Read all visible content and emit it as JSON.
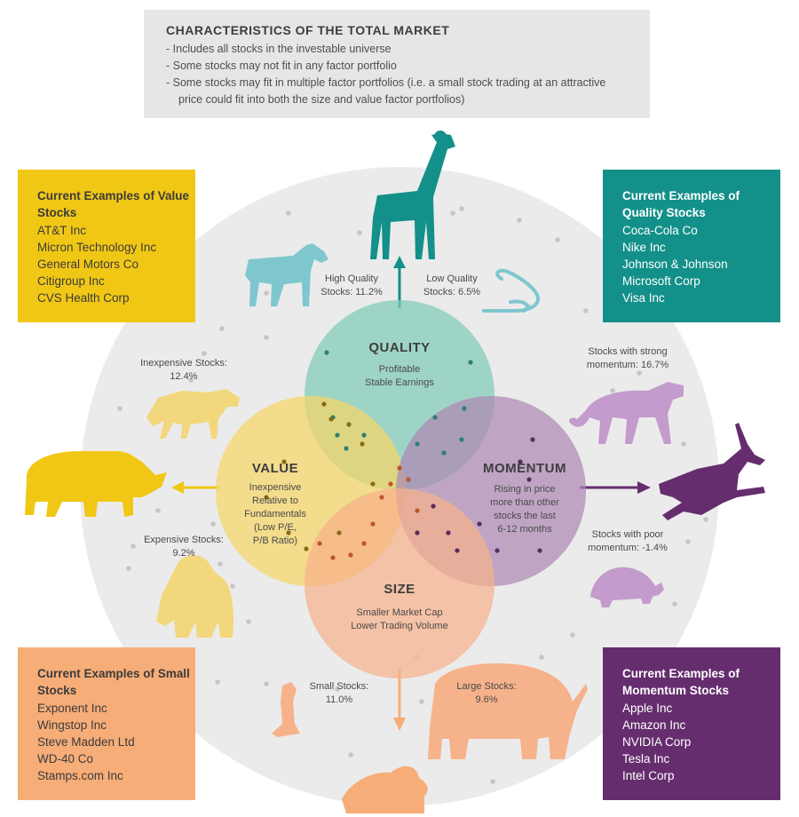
{
  "header": {
    "title": "CHARACTERISTICS OF THE TOTAL MARKET",
    "bullets": [
      "Includes all stocks in the investable universe",
      "Some stocks may not fit in any factor portfolio",
      "Some stocks may fit in multiple factor portfolios (i.e. a small stock trading at an attractive price could fit into both the size and value factor portfolios)"
    ]
  },
  "boxes": {
    "value": {
      "title": "Current Examples of Value Stocks",
      "items": [
        "AT&T Inc",
        "Micron Technology Inc",
        "General Motors Co",
        "Citigroup Inc",
        "CVS Health Corp"
      ]
    },
    "quality": {
      "title": "Current Examples of Quality Stocks",
      "items": [
        "Coca-Cola Co",
        "Nike Inc",
        "Johnson & Johnson",
        "Microsoft Corp",
        "Visa Inc"
      ]
    },
    "small": {
      "title": "Current Examples of Small Stocks",
      "items": [
        "Exponent Inc",
        "Wingstop Inc",
        "Steve Madden Ltd",
        "WD-40 Co",
        "Stamps.com Inc"
      ]
    },
    "momentum": {
      "title": "Current Examples of Momentum Stocks",
      "items": [
        "Apple Inc",
        "Amazon Inc",
        "NVIDIA Corp",
        "Tesla Inc",
        "Intel Corp"
      ]
    }
  },
  "circles": {
    "quality": {
      "title": "QUALITY",
      "desc": [
        "Profitable",
        "Stable Earnings"
      ],
      "color": "#7fcab6"
    },
    "value": {
      "title": "VALUE",
      "desc": [
        "Inexpensive",
        "Relative to",
        "Fundamentals",
        "(Low P/E,",
        "P/B Ratio)"
      ],
      "color": "#f5d567"
    },
    "momentum": {
      "title": "MOMENTUM",
      "desc": [
        "Rising in price",
        "more than other",
        "stocks the last",
        "6-12 months"
      ],
      "color": "#ad88b4"
    },
    "size": {
      "title": "SIZE",
      "desc": [
        "Smaller Market Cap",
        "Lower Trading Volume"
      ],
      "color": "#f6b28b"
    }
  },
  "labels": {
    "high_quality": [
      "High Quality",
      "Stocks: 11.2%"
    ],
    "low_quality": [
      "Low Quality",
      "Stocks: 6.5%"
    ],
    "inexpensive": [
      "Inexpensive Stocks:",
      "12.4%"
    ],
    "expensive": [
      "Expensive Stocks:",
      "9.2%"
    ],
    "strong_momentum": [
      "Stocks with strong",
      "momentum: 16.7%"
    ],
    "poor_momentum": [
      "Stocks with poor",
      "momentum: -1.4%"
    ],
    "small_stocks": [
      "Small Stocks:",
      "11.0%"
    ],
    "large_stocks": [
      "Large Stocks:",
      "9.6%"
    ]
  },
  "animals": {
    "giraffe": "giraffe-icon",
    "horse": "horse-icon",
    "snake": "snake-icon",
    "hyena": "hyena-icon",
    "rhino": "rhino-icon",
    "gorilla": "gorilla-icon",
    "cheetah": "cheetah-icon",
    "gazelle": "gazelle-icon",
    "tortoise": "tortoise-icon",
    "meerkat": "meerkat-icon",
    "elephant": "elephant-icon",
    "monkey": "monkey-icon"
  },
  "colors": {
    "value": "#f1c716",
    "quality": "#139089",
    "small": "#f7ad78",
    "momentum": "#652d6e",
    "market_circle": "#ebebeb",
    "header_bg": "#e6e6e6"
  }
}
